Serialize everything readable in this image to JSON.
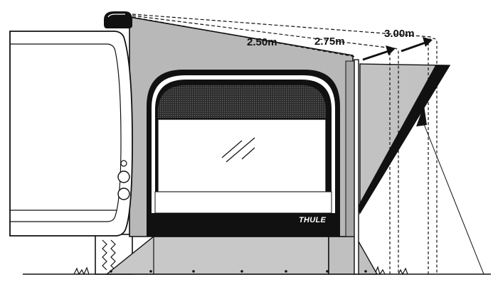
{
  "diagram": {
    "brand_logo": "THULE",
    "measurements": [
      {
        "label": "2.50m"
      },
      {
        "label": "2.75m"
      },
      {
        "label": "3.00m"
      }
    ],
    "colors": {
      "panel_grey": "#b8b8b8",
      "pad_grey": "#c8c8c8",
      "outline": "#111111",
      "mesh_dark": "#3a3a3a",
      "window_white": "#ffffff"
    }
  }
}
